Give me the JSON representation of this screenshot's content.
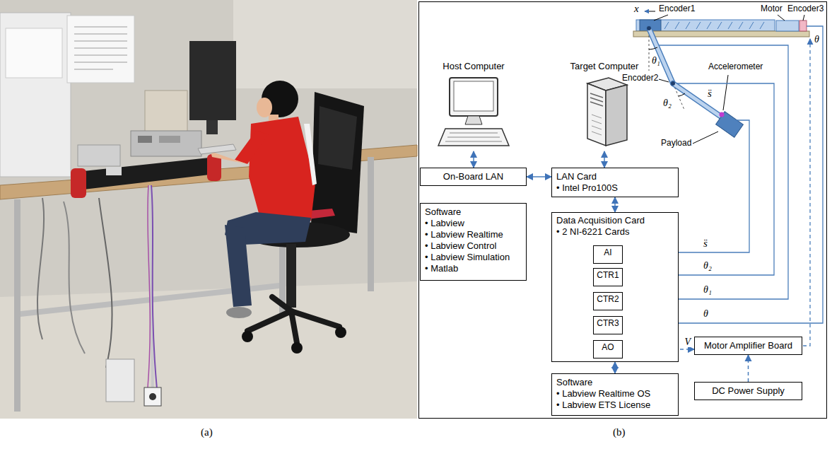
{
  "diagram": {
    "nodes": [
      {
        "text": [
          "Host Computer"
        ]
      },
      {
        "text": [
          "Target Computer"
        ]
      },
      {
        "text": [
          "On-Board LAN"
        ]
      },
      {
        "text": [
          "LAN Card",
          "• Intel Pro100S"
        ]
      },
      {
        "text": [
          "Software",
          "• Labview",
          "• Labview Realtime",
          "• Labview Control",
          "• Labview Simulation",
          "• Matlab"
        ]
      },
      {
        "text": [
          "Data Acquisition Card",
          "• 2 NI-6221 Cards"
        ]
      },
      {
        "text": [
          "AI"
        ],
        "in": 5
      },
      {
        "text": [
          "CTR1"
        ],
        "in": 5
      },
      {
        "text": [
          "CTR2"
        ],
        "in": 5
      },
      {
        "text": [
          "CTR3"
        ],
        "in": 5
      },
      {
        "text": [
          "AO"
        ],
        "in": 5
      },
      {
        "text": [
          "Software",
          "• Labview Realtime OS",
          "• Labview ETS License"
        ]
      },
      {
        "text": [
          "Motor Amplifier Board"
        ]
      },
      {
        "text": [
          "DC Power Supply"
        ]
      }
    ],
    "edges": [
      {
        "from": 0,
        "to": 2,
        "arrow": "both"
      },
      {
        "from": 2,
        "to": 3,
        "arrow": "both"
      },
      {
        "from": 1,
        "to": 3,
        "arrow": "both"
      },
      {
        "from": 3,
        "to": 5,
        "arrow": "both"
      },
      {
        "from": 5,
        "to": 11,
        "arrow": "both"
      },
      {
        "from": 10,
        "to": 12,
        "label": "V",
        "arrow": "to"
      },
      {
        "from": 13,
        "to": 12,
        "arrow": "to"
      }
    ],
    "labels": [
      "x",
      "Encoder1",
      "Motor",
      "Encoder3",
      "θ",
      "θ₁",
      "θ₂",
      "Accelerometer",
      "s̈",
      "Encoder2",
      "Payload",
      "s̈",
      "θ₂",
      "θ₁",
      "θ",
      "(a)",
      "(b)"
    ]
  }
}
